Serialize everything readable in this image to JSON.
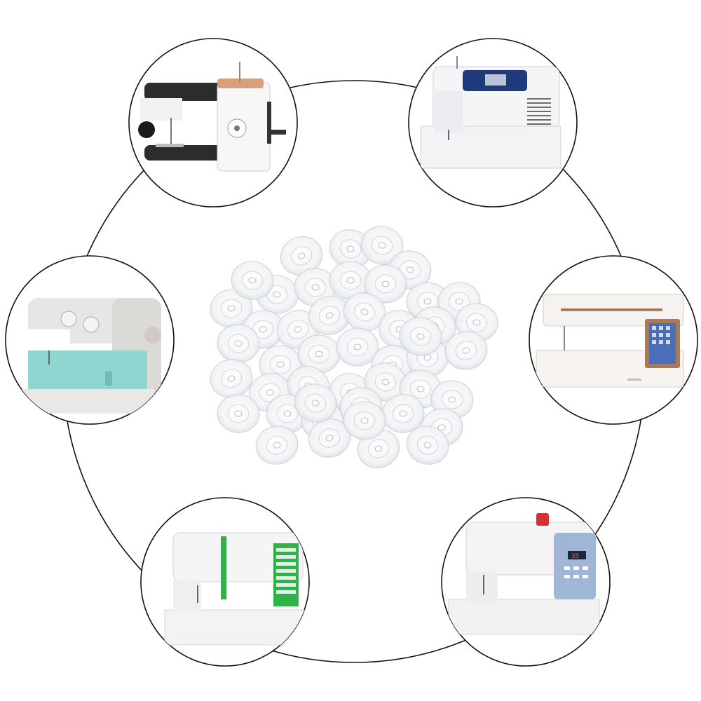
{
  "scene": {
    "background": "#ffffff",
    "ring_color": "#111111",
    "bobbin_count": 46,
    "machines": [
      {
        "name": "portable-sewing-machine-dark",
        "accent": "#2a2a2a",
        "trim": "#d8a07a"
      },
      {
        "name": "computerized-sewing-machine-navy",
        "accent": "#1f3a7a"
      },
      {
        "name": "basic-sewing-machine-mint",
        "accent": "#8fd6d0"
      },
      {
        "name": "embroidery-machine-touchscreen",
        "accent": "#a87a55",
        "screen": "#4a6fb8"
      },
      {
        "name": "computerized-sewing-machine-green",
        "accent": "#2fb24a"
      },
      {
        "name": "computerized-sewing-machine-blue-panel",
        "accent": "#9fb6d6",
        "spool": "#d83030",
        "lcd_value": "35"
      }
    ]
  }
}
